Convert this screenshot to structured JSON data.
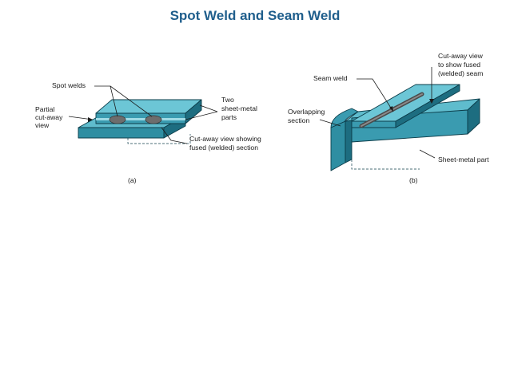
{
  "title": "Spot Weld and Seam Weld",
  "colors": {
    "title": "#1f5e8c",
    "metal_top": "#5fbccd",
    "metal_side": "#2f8ea2",
    "metal_dark": "#1d6d80",
    "weld": "#6d6d6d"
  },
  "figure_a": {
    "caption": "(a)",
    "labels": {
      "spot_welds": "Spot welds",
      "partial_line1": "Partial",
      "partial_line2": "cut-away",
      "partial_line3": "view",
      "two_parts_line1": "Two",
      "two_parts_line2": "sheet-metal",
      "two_parts_line3": "parts",
      "cutaway_line1": "Cut-away view showing",
      "cutaway_line2": "fused (welded) section"
    }
  },
  "figure_b": {
    "caption": "(b)",
    "labels": {
      "seam_weld": "Seam weld",
      "cutaway_line1": "Cut-away view",
      "cutaway_line2": "to show fused",
      "cutaway_line3": "(welded) seam",
      "overlap_line1": "Overlapping",
      "overlap_line2": "section",
      "sheet_metal": "Sheet-metal part"
    }
  }
}
